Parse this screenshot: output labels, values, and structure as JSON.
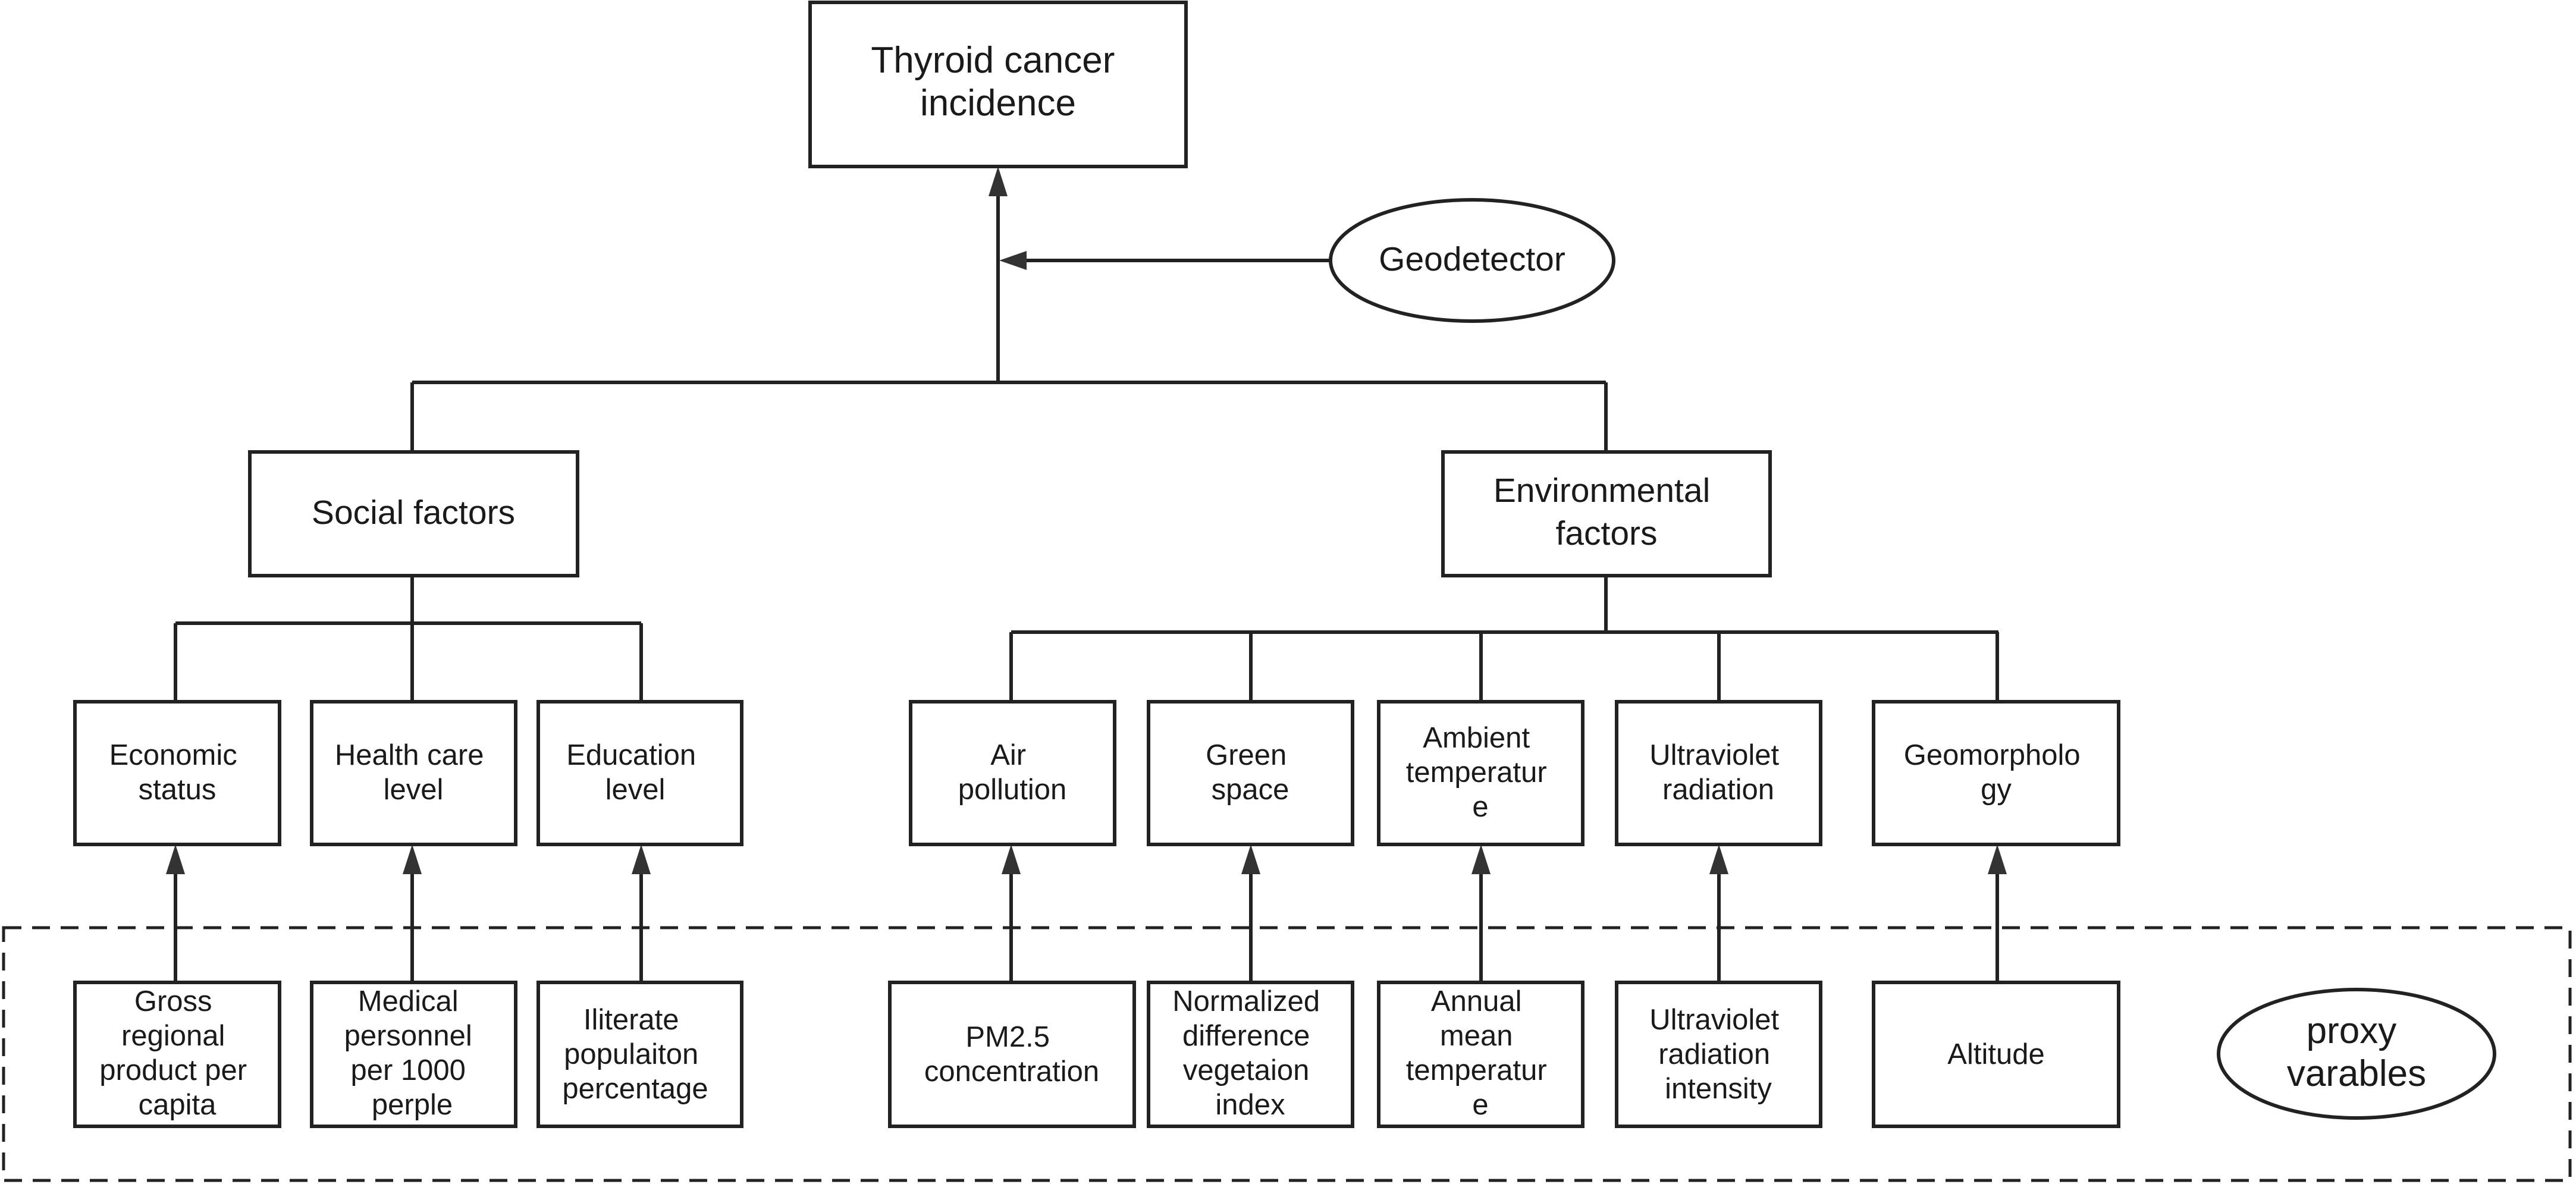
{
  "root": {
    "lines": [
      "Thyroid cancer",
      "incidence"
    ]
  },
  "method": {
    "lines": [
      "Geodetector"
    ]
  },
  "groups": {
    "social": {
      "lines": [
        "Social factors"
      ]
    },
    "environmental": {
      "lines": [
        "Environmental",
        "factors"
      ]
    }
  },
  "factors": {
    "economic": {
      "lines": [
        "Economic",
        "status"
      ]
    },
    "health_care": {
      "lines": [
        "Health care",
        "level"
      ]
    },
    "education": {
      "lines": [
        "Education",
        "level"
      ]
    },
    "air": {
      "lines": [
        "Air",
        "pollution"
      ]
    },
    "green": {
      "lines": [
        "Green",
        "space"
      ]
    },
    "ambient": {
      "lines": [
        "Ambient",
        "temperatur",
        "e"
      ]
    },
    "uv": {
      "lines": [
        "Ultraviolet",
        "radiation"
      ]
    },
    "geomorph": {
      "lines": [
        "Geomorpholo",
        "gy"
      ]
    }
  },
  "proxies": {
    "gdp": {
      "lines": [
        "Gross",
        "regional",
        "product per",
        "capita"
      ]
    },
    "medical": {
      "lines": [
        "Medical",
        "personnel",
        "per 1000",
        "perple"
      ]
    },
    "illiterate": {
      "lines": [
        "Iliterate",
        "populaiton",
        "percentage"
      ]
    },
    "pm25": {
      "lines": [
        "PM2.5",
        "concentration"
      ]
    },
    "ndvi": {
      "lines": [
        "Normalized",
        "difference",
        "vegetaion",
        "index"
      ]
    },
    "annual_temp": {
      "lines": [
        "Annual",
        "mean",
        "temperatur",
        "e"
      ]
    },
    "uv_intensity": {
      "lines": [
        "Ultraviolet",
        "radiation",
        "intensity"
      ]
    },
    "altitude": {
      "lines": [
        "Altitude"
      ]
    }
  },
  "proxy_label": {
    "lines": [
      "proxy",
      "varables"
    ]
  }
}
